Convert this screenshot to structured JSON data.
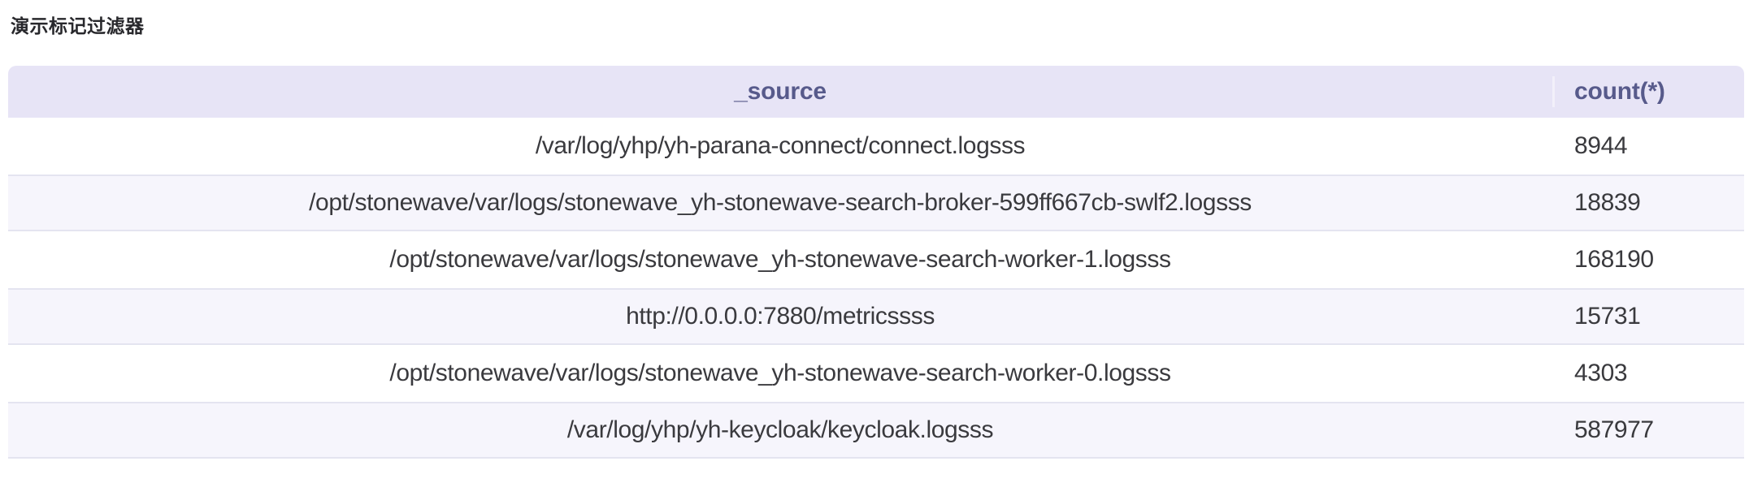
{
  "title": "演示标记过滤器",
  "table": {
    "columns": [
      {
        "label": "_source"
      },
      {
        "label": "count(*)"
      }
    ],
    "rows": [
      {
        "source": "/var/log/yhp/yh-parana-connect/connect.logsss",
        "count": "8944"
      },
      {
        "source": "/opt/stonewave/var/logs/stonewave_yh-stonewave-search-broker-599ff667cb-swlf2.logsss",
        "count": "18839"
      },
      {
        "source": "/opt/stonewave/var/logs/stonewave_yh-stonewave-search-worker-1.logsss",
        "count": "168190"
      },
      {
        "source": "http://0.0.0.0:7880/metricssss",
        "count": "15731"
      },
      {
        "source": "/opt/stonewave/var/logs/stonewave_yh-stonewave-search-worker-0.logsss",
        "count": "4303"
      },
      {
        "source": "/var/log/yhp/yh-keycloak/keycloak.logsss",
        "count": "587977"
      }
    ]
  },
  "colors": {
    "header_background": "#e7e4f6",
    "header_text": "#575a8b",
    "stripe_background": "#f6f5fc",
    "stripe_border": "#e4e4f0",
    "cell_text": "#3a3a3e",
    "title_text": "#28282c",
    "page_background": "#ffffff"
  }
}
